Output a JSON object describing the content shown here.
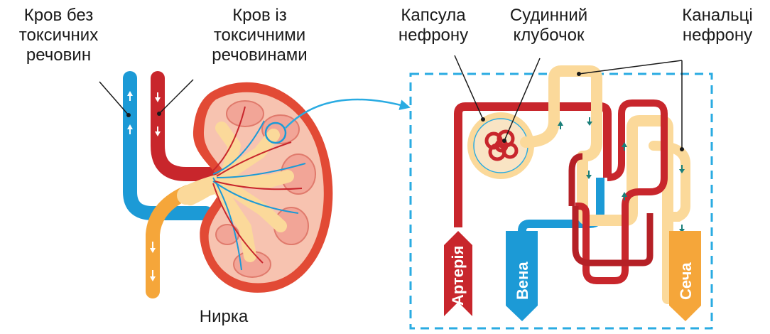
{
  "labels": {
    "blood_clean": "Кров без\nтоксичних\nречовин",
    "blood_toxic": "Кров із\nтоксичними\nречовинами",
    "kidney": "Нирка",
    "capsule": "Капсула\nнефрону",
    "glomerulus": "Судинний\nклубочок",
    "tubules": "Канальці\nнефрону",
    "artery": "Артерія",
    "vein": "Вена",
    "urine": "Сеча"
  },
  "colors": {
    "artery": "#c8262c",
    "vein": "#1c9ad6",
    "urine": "#f5a63a",
    "tubule_light": "#fbd99a",
    "kidney_outer": "#e24a35",
    "kidney_inner": "#f6b6a2",
    "dashed_border": "#29abe2"
  }
}
